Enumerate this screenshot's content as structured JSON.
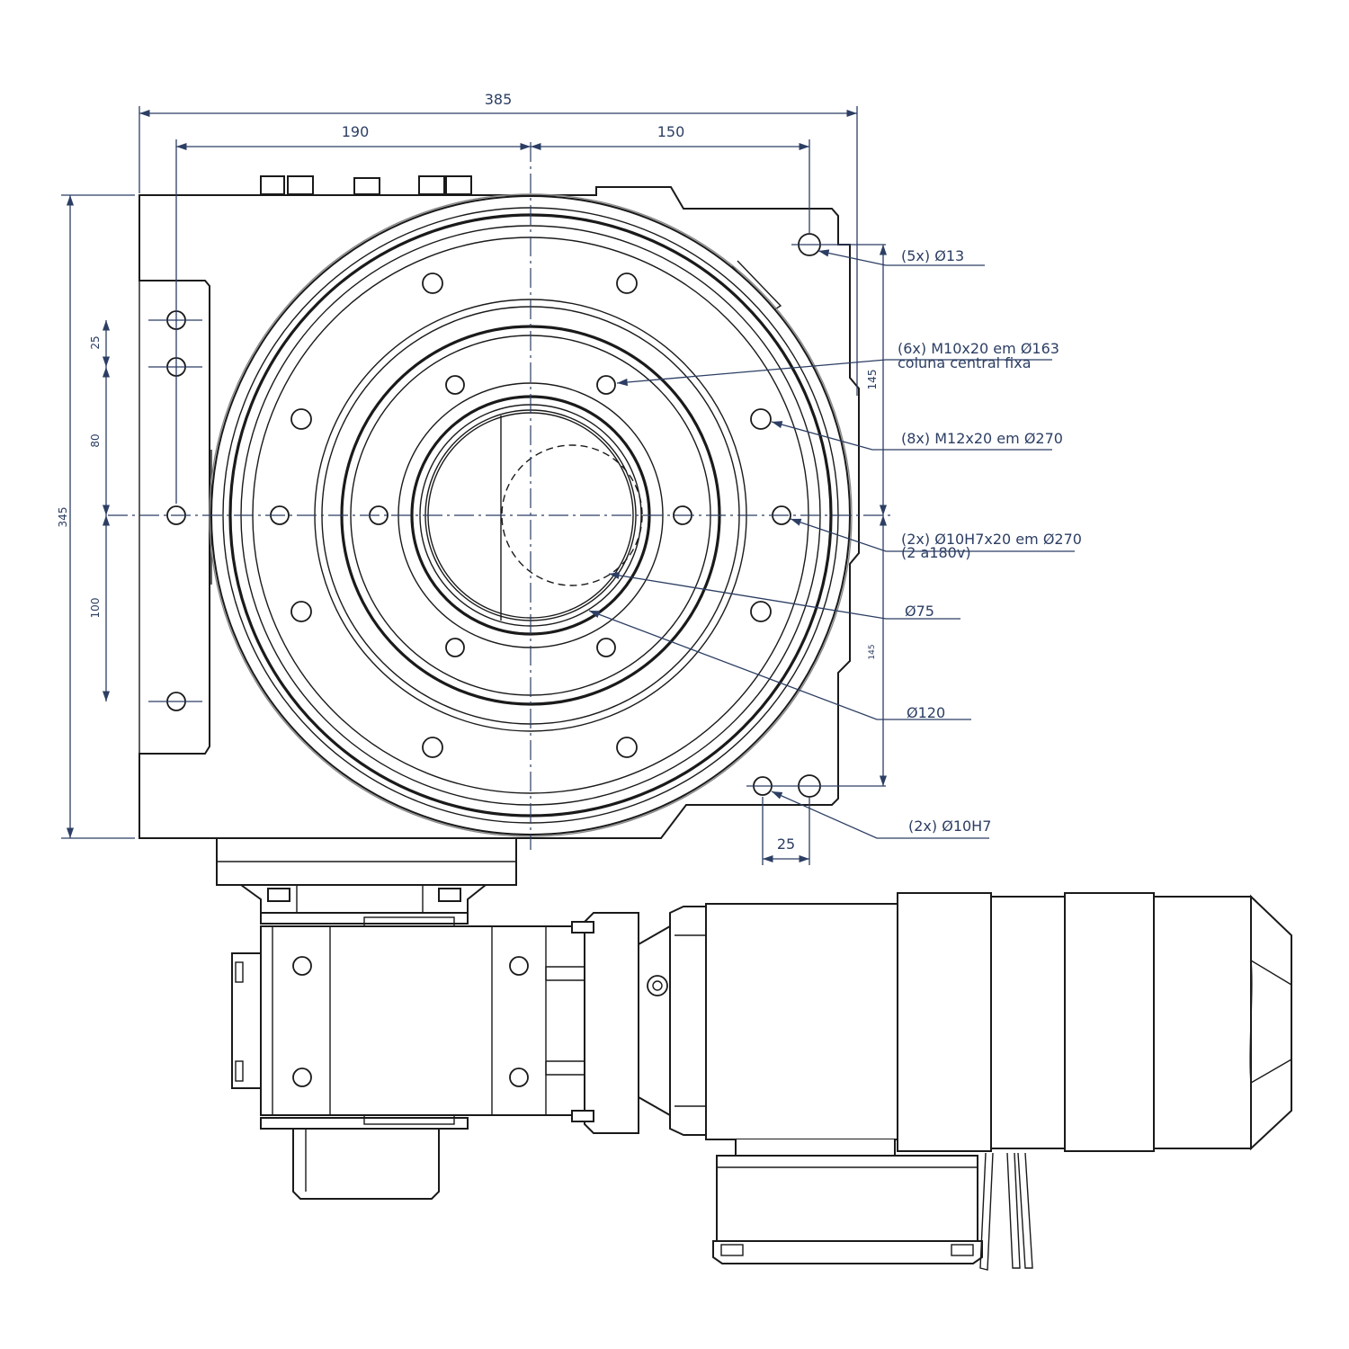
{
  "dimensions": {
    "overall_width": "385",
    "left_to_center": "190",
    "center_to_right": "150",
    "overall_height": "345",
    "left_spacing_top": "25",
    "left_spacing_mid": "80",
    "left_spacing_bottom": "100",
    "right_upper": "145",
    "right_lower": "145",
    "pin_spacing": "25"
  },
  "callouts": {
    "corner_holes": "(5x) Ø13",
    "inner_threads_line1": "(6x) M10x20 em Ø163",
    "inner_threads_line2": "coluna central fixa",
    "outer_threads": "(8x) M12x20 em Ø270",
    "pin_holes_line1": "(2x) Ø10H7x20 em Ø270",
    "pin_holes_line2": "(2 a180v)",
    "bore_small": "Ø75",
    "bore_large": "Ø120",
    "base_pins": "(2x) Ø10H7"
  },
  "colors": {
    "dimension": "#2c3e63",
    "outline": "#1a1a1a"
  }
}
